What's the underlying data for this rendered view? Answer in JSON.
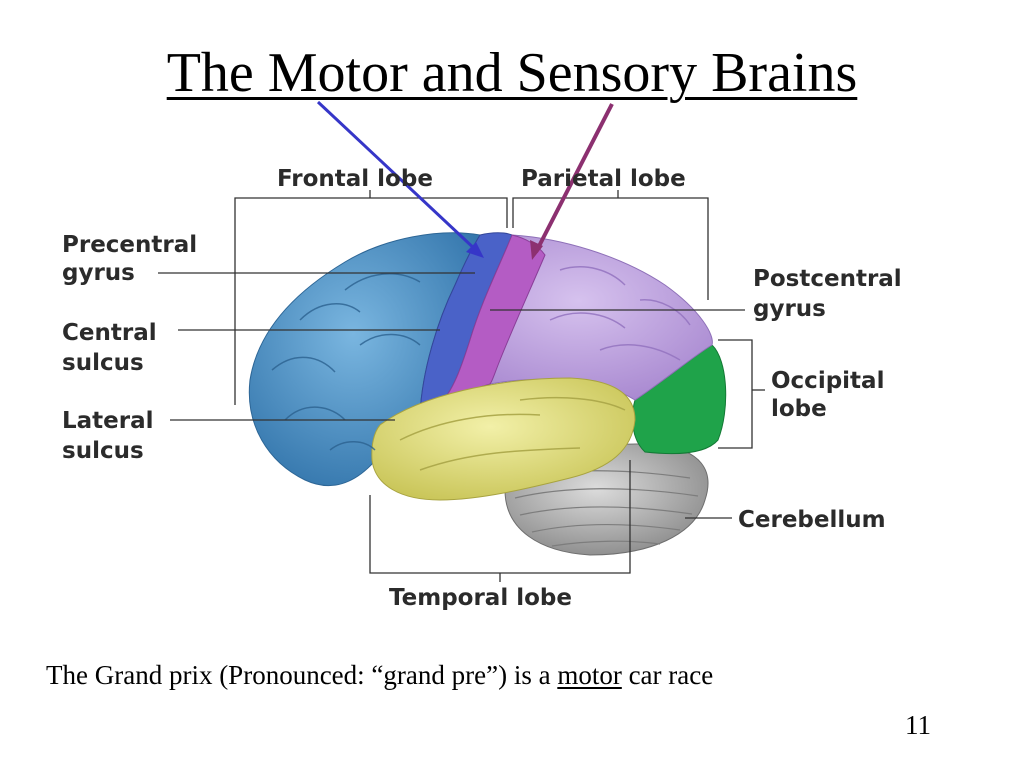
{
  "slide": {
    "title": "The Motor and Sensory Brains",
    "caption_before": "The Grand prix (Pronounced: “grand pre”) is a ",
    "caption_underlined": "motor",
    "caption_after": " car race",
    "page_number": "11"
  },
  "diagram": {
    "labels": {
      "frontal_lobe": "Frontal lobe",
      "parietal_lobe": "Parietal lobe",
      "precentral_gyrus_1": "Precentral",
      "precentral_gyrus_2": "gyrus",
      "central_sulcus_1": "Central",
      "central_sulcus_2": "sulcus",
      "lateral_sulcus_1": "Lateral",
      "lateral_sulcus_2": "sulcus",
      "postcentral_gyrus_1": "Postcentral",
      "postcentral_gyrus_2": "gyrus",
      "occipital_lobe_1": "Occipital",
      "occipital_lobe_2": "lobe",
      "cerebellum": "Cerebellum",
      "temporal_lobe": "Temporal lobe"
    },
    "colors": {
      "frontal": "#4a8fc4",
      "precentral": "#4a62c8",
      "postcentral": "#b45cc4",
      "parietal": "#c1a3e0",
      "temporal": "#e6e27a",
      "occipital": "#1fa34a",
      "cerebellum": "#b8b8b8",
      "arrow_motor": "#3636c8",
      "arrow_sensory": "#8c3070"
    }
  }
}
